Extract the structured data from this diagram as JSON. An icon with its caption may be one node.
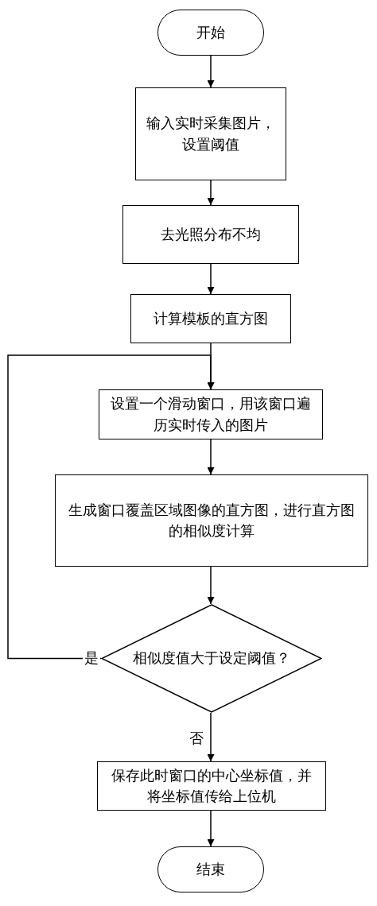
{
  "diagram": {
    "nodes": [
      {
        "text": [
          "开始"
        ]
      },
      {
        "text": [
          "输入实时采集图片，设置阈值"
        ]
      },
      {
        "text": [
          "去光照分布不均"
        ]
      },
      {
        "text": [
          "计算模板的直方图"
        ]
      },
      {
        "text": [
          "设置一个滑动窗口，用该窗口遍历实时传入的图片"
        ]
      },
      {
        "text": [
          "生成窗口覆盖区域图像的直方图，进行直方图的相似度计算"
        ]
      },
      {
        "text": [
          "相似度值大于设定阈值？"
        ]
      },
      {
        "text": [
          "保存此时窗口的中心坐标值，并将坐标值传给上位机"
        ]
      },
      {
        "text": [
          "结束"
        ]
      }
    ],
    "edges": [
      {
        "from": 0,
        "to": 1,
        "arrow": "to"
      },
      {
        "from": 1,
        "to": 2,
        "arrow": "to"
      },
      {
        "from": 2,
        "to": 3,
        "arrow": "to"
      },
      {
        "from": 3,
        "to": 4,
        "arrow": "to"
      },
      {
        "from": 4,
        "to": 5,
        "arrow": "to"
      },
      {
        "from": 5,
        "to": 6,
        "arrow": "to"
      },
      {
        "from": 6,
        "to": 4,
        "arrow": "to",
        "label": "是"
      },
      {
        "from": 6,
        "to": 7,
        "arrow": "to",
        "label": "否"
      },
      {
        "from": 7,
        "to": 8,
        "arrow": "to"
      }
    ]
  }
}
